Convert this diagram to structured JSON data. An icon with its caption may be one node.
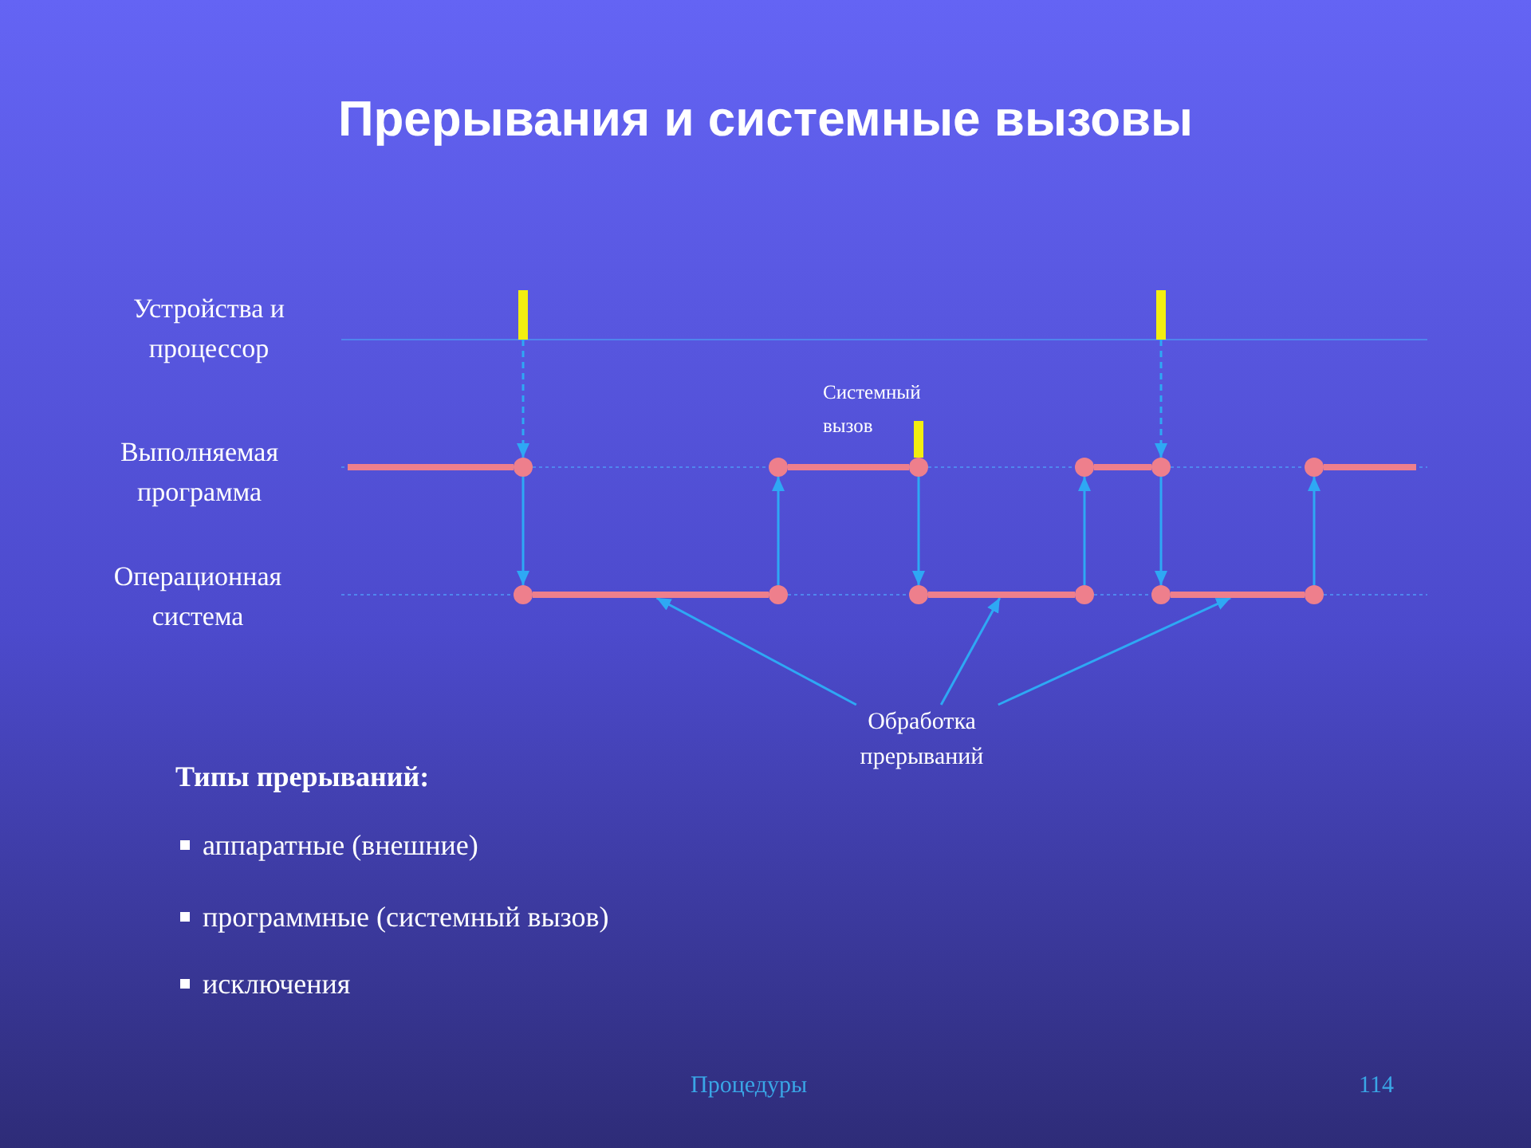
{
  "diagram": {
    "title": "Прерывания и системные вызовы",
    "nodes": [
      {
        "text": [],
        "shape": "bar"
      },
      {
        "text": [],
        "shape": "bar"
      },
      {
        "text": [],
        "shape": "bar",
        "beside": [
          "Системный вызов"
        ]
      },
      {
        "text": [],
        "shape": "bar"
      },
      {
        "text": [],
        "shape": "circle"
      },
      {
        "text": [],
        "shape": "circle"
      },
      {
        "text": [],
        "shape": "bar"
      },
      {
        "text": [],
        "shape": "circle"
      },
      {
        "text": [],
        "shape": "circle"
      },
      {
        "text": [],
        "shape": "bar"
      },
      {
        "text": [],
        "shape": "circle"
      },
      {
        "text": [],
        "shape": "circle"
      },
      {
        "text": [],
        "shape": "bar"
      },
      {
        "text": [],
        "shape": "circle"
      },
      {
        "text": [],
        "shape": "bar"
      },
      {
        "text": [],
        "shape": "circle"
      },
      {
        "text": [],
        "shape": "circle"
      },
      {
        "text": [],
        "shape": "bar"
      },
      {
        "text": [],
        "shape": "circle"
      },
      {
        "text": [],
        "shape": "circle"
      },
      {
        "text": [],
        "shape": "bar"
      },
      {
        "text": [],
        "shape": "circle"
      },
      {
        "text": [
          "Обработка прерываний"
        ]
      }
    ],
    "edges": [
      {
        "from": 0,
        "to": 4,
        "arrow": "to",
        "style": "dashed"
      },
      {
        "from": 1,
        "to": 10,
        "arrow": "to",
        "style": "dashed"
      },
      {
        "from": 4,
        "to": 13,
        "arrow": "to"
      },
      {
        "from": 15,
        "to": 5,
        "arrow": "to"
      },
      {
        "from": 7,
        "to": 16,
        "arrow": "to"
      },
      {
        "from": 18,
        "to": 8,
        "arrow": "to"
      },
      {
        "from": 10,
        "to": 19,
        "arrow": "to"
      },
      {
        "from": 21,
        "to": 11,
        "arrow": "to"
      },
      {
        "from": 22,
        "to": 14,
        "arrow": "to"
      },
      {
        "from": 22,
        "to": 17,
        "arrow": "to"
      },
      {
        "from": 22,
        "to": 20,
        "arrow": "to"
      }
    ],
    "labels": [
      "Устройства и процессор",
      "Выполняемая программа",
      "Операционная система",
      "Типы прерываний:",
      "аппаратные (внешние)",
      "программные (системный вызов)",
      "исключения",
      "Процедуры",
      "114"
    ]
  }
}
